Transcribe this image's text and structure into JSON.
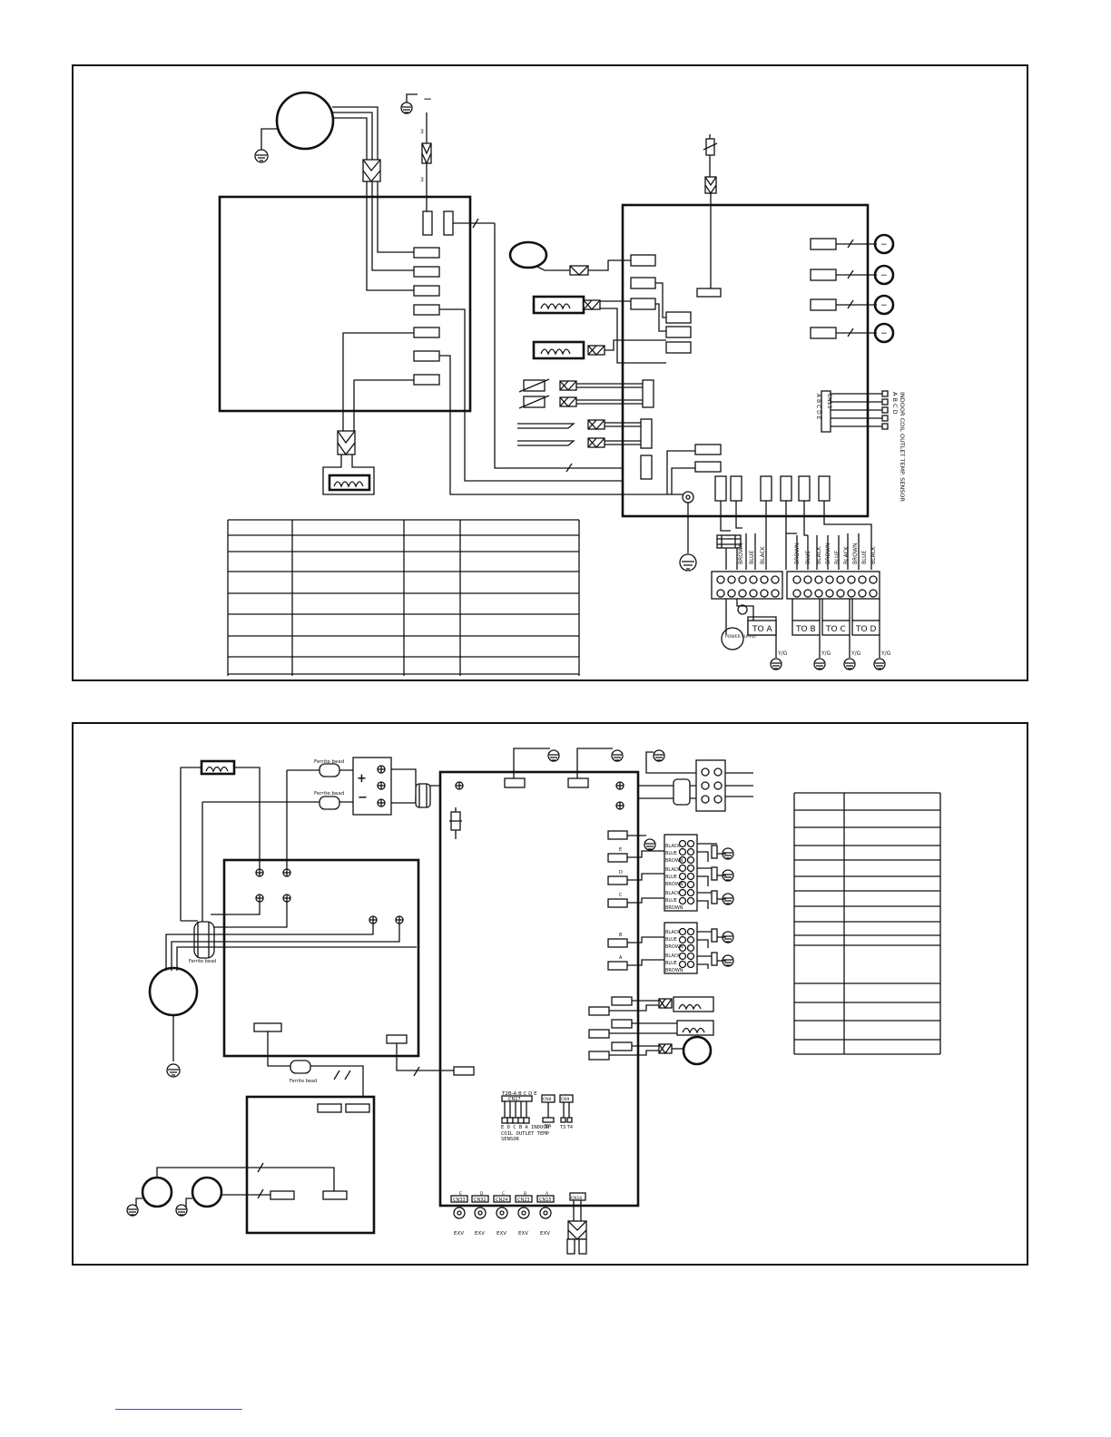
{
  "diagram": {
    "top_panel": {
      "connector_labels": [
        "TO A",
        "TO B",
        "TO C",
        "TO D"
      ],
      "ground_label": "Y/G",
      "power_supply_label": "POWER SUPPLY",
      "sensor_block": {
        "connector": "CN13",
        "letters": "A B C D E",
        "caption": "INDOOR COIL OUTLET TEMP. SENSOR",
        "sub": "A  B  C  D"
      },
      "wire_colors_left": [
        "BROWN",
        "BLUE",
        "BLACK"
      ],
      "wire_colors_right": [
        "BROWN",
        "BLUE",
        "BLACK",
        "BROWN",
        "BLUE",
        "BLACK",
        "BROWN",
        "BLUE",
        "BLACK"
      ],
      "minus_sign": "−",
      "ticks": [
        "3",
        "3"
      ]
    },
    "bottom_panel": {
      "ferrite_label": "Ferrite bead",
      "plus_sign": "+",
      "minus_sign": "−",
      "sensor_block": {
        "connector": "CN17",
        "letters": "T2B-A B C D E",
        "caption": "E D C B A  INDOOR COIL OUTLET TEMP SENSOR"
      },
      "tp": {
        "connector": "CN8",
        "label": "TP"
      },
      "t3t4": {
        "connector": "CN9",
        "label": "T3 T4"
      },
      "exv_connectors": [
        {
          "letter": "E",
          "connector": "CN33",
          "label": "EXV"
        },
        {
          "letter": "D",
          "connector": "CN32",
          "label": "EXV"
        },
        {
          "letter": "C",
          "connector": "CN24",
          "label": "EXV"
        },
        {
          "letter": "B",
          "connector": "CN23",
          "label": "EXV"
        },
        {
          "letter": "A",
          "connector": "CN15",
          "label": "EXV"
        }
      ],
      "port_letters": [
        "E",
        "D",
        "C",
        "B",
        "A"
      ],
      "terminal_colors": [
        "BLACK",
        "BLUE",
        "BROWN"
      ],
      "cn_bottom": "CN16"
    }
  },
  "colors": {
    "line": "#111111",
    "background": "#ffffff",
    "link": "#3b4fd8"
  }
}
